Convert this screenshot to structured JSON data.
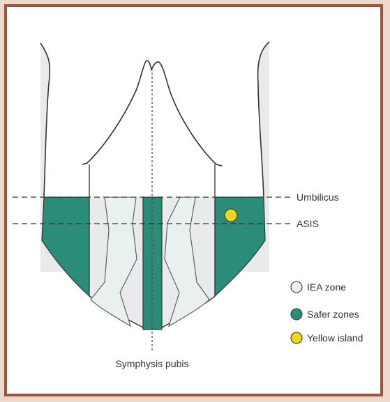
{
  "labels": {
    "umbilicus": "Umbilicus",
    "asis": "ASIS",
    "symphysis": "Symphysis pubis"
  },
  "legend": [
    {
      "icon": "iea-zone-swatch-icon",
      "label": "IEA zone",
      "color": "#e8f1ef"
    },
    {
      "icon": "safer-zone-swatch-icon",
      "label": "Safer zones",
      "color": "#2b8c77"
    },
    {
      "icon": "yellow-island-swatch-icon",
      "label": "Yellow island",
      "color": "#f2d51c"
    }
  ],
  "colors": {
    "body_fill": "#e8eaeb",
    "safer_zone": "#2b8c77",
    "iea_zone": "#e8f1ef",
    "yellow_island": "#f2d51c",
    "frame_border": "#a0543a"
  }
}
